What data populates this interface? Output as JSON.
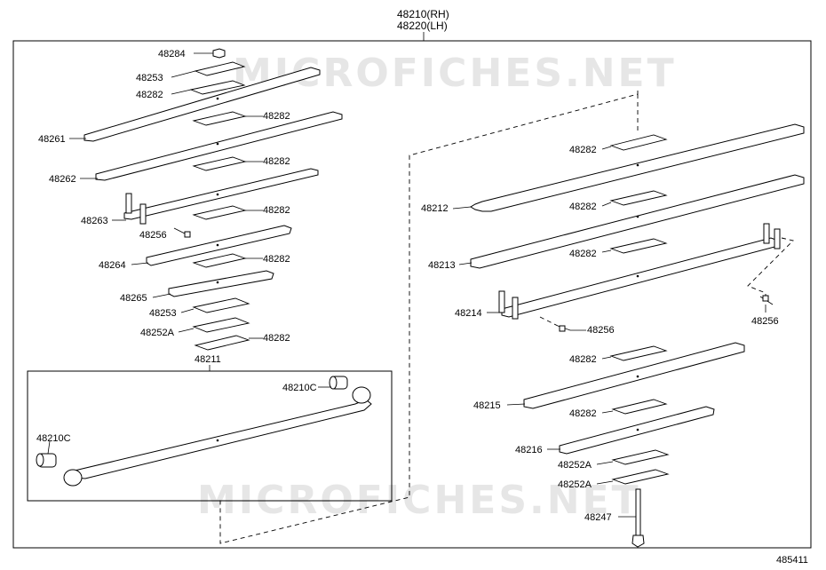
{
  "header": {
    "assembly_rh": "48210(RH)",
    "assembly_lh": "48220(LH)"
  },
  "watermark": "MICROFICHES.NET",
  "sub_assembly": "48211",
  "figure_number": "485411",
  "labels": {
    "p48284": "48284",
    "p48253_top": "48253",
    "p48282_a": "48282",
    "p48282_b": "48282",
    "p48261": "48261",
    "p48282_c": "48282",
    "p48262": "48262",
    "p48282_d": "48282",
    "p48263": "48263",
    "p48256_left": "48256",
    "p48282_e": "48282",
    "p48264": "48264",
    "p48265": "48265",
    "p48253_bot": "48253",
    "p48252A_left": "48252A",
    "p48282_f": "48282",
    "p48210C_right": "48210C",
    "p48210C_left": "48210C",
    "p48282_r1": "48282",
    "p48212": "48212",
    "p48282_r2": "48282",
    "p48213": "48213",
    "p48282_r3": "48282",
    "p48214": "48214",
    "p48256_mid": "48256",
    "p48256_right": "48256",
    "p48282_r4": "48282",
    "p48215": "48215",
    "p48282_r5": "48282",
    "p48216": "48216",
    "p48252A_r1": "48252A",
    "p48252A_r2": "48252A",
    "p48247": "48247"
  }
}
